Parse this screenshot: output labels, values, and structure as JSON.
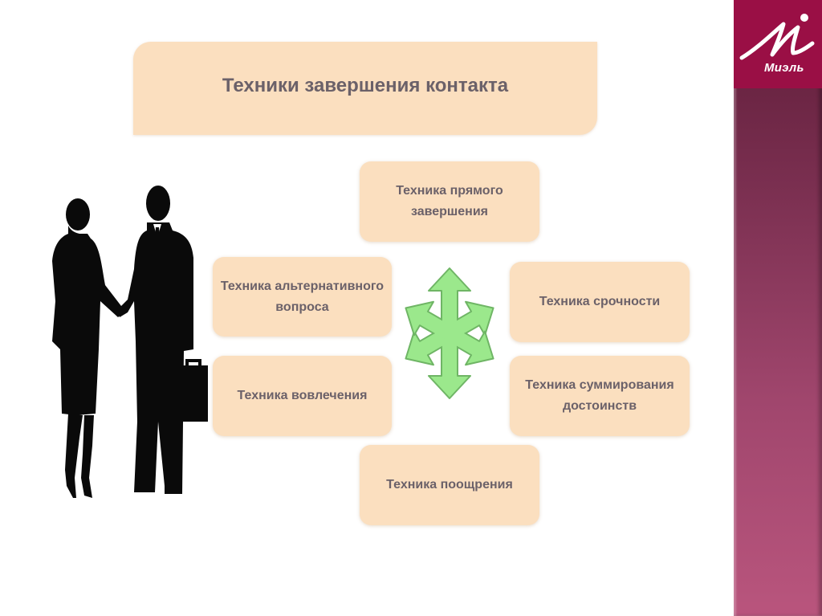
{
  "slide": {
    "title": "Техники завершения контакта",
    "techniques": [
      {
        "id": "direct",
        "label": "Техника прямого завершения",
        "line1": "Техника прямого",
        "line2": "завершения"
      },
      {
        "id": "alternative",
        "label": "Техника альтернативного вопроса",
        "line1": "Техника альтернативного",
        "line2": "вопроса"
      },
      {
        "id": "urgency",
        "label": "Техника срочности",
        "line1": "Техника срочности",
        "line2": ""
      },
      {
        "id": "involvement",
        "label": "Техника вовлечения",
        "line1": "Техника вовлечения",
        "line2": ""
      },
      {
        "id": "summary",
        "label": "Техника суммирования достоинств",
        "line1": "Техника суммирования",
        "line2": "достоинств"
      },
      {
        "id": "encouragement",
        "label": "Техника поощрения",
        "line1": "Техника поощрения",
        "line2": ""
      }
    ],
    "center_icon": "six-way-arrows-icon",
    "illustration": "handshake-silhouette"
  },
  "branding": {
    "logo_text": "Миэль",
    "logo_color": "#9a0f45",
    "sidebar_color_top": "#5e1c38",
    "sidebar_color_bottom": "#b9557d"
  },
  "colors": {
    "box_fill": "#fbdfbf",
    "text": "#6b6169",
    "arrow_fill": "#9be88c",
    "arrow_stroke": "#6fb565"
  }
}
